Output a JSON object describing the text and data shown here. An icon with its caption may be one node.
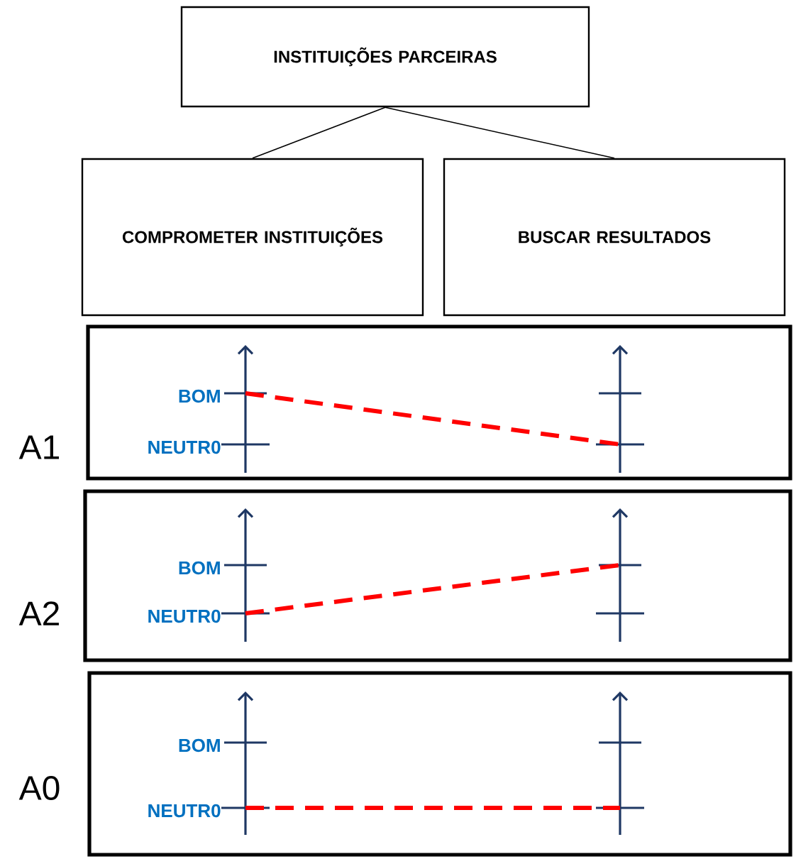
{
  "diagram": {
    "nodes": [
      {
        "text": [
          "INSTITUIÇÕES PARCEIRAS"
        ]
      },
      {
        "text": [
          "COMPROMETER INSTITUIÇÕES"
        ]
      },
      {
        "text": [
          "BUSCAR RESULTADOS"
        ]
      },
      {
        "text": [],
        "shape": "box",
        "beside": [
          "A1"
        ]
      },
      {
        "text": [],
        "shape": "box",
        "beside": [
          "A2"
        ]
      },
      {
        "text": [],
        "shape": "box",
        "beside": [
          "A0"
        ]
      }
    ],
    "edges": [
      {
        "from": 0,
        "to": 1,
        "arrow": "none"
      },
      {
        "from": 0,
        "to": 2,
        "arrow": "none"
      }
    ],
    "labels": [
      "BOM",
      "NEUTR0",
      "BOM",
      "NEUTR0",
      "BOM",
      "NEUTR0"
    ]
  }
}
